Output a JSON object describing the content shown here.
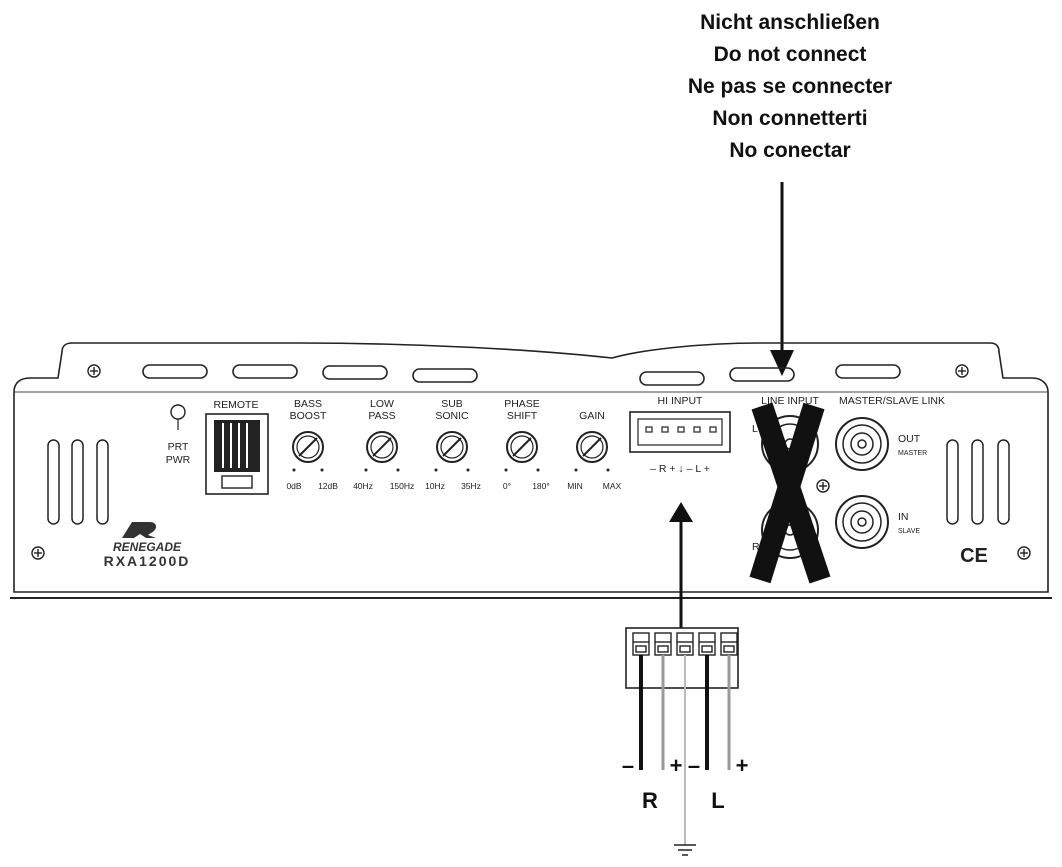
{
  "warning": {
    "lines": [
      "Nicht anschließen",
      "Do not connect",
      "Ne pas se connecter",
      "Non connetterti",
      "No conectar"
    ]
  },
  "amp": {
    "brand": "RENEGADE",
    "model": "RXA1200D",
    "indicator": {
      "line1": "PRT",
      "line2": "PWR"
    },
    "remote": "REMOTE",
    "controls": [
      {
        "name1": "BASS",
        "name2": "BOOST",
        "min": "0dB",
        "max": "12dB"
      },
      {
        "name1": "LOW",
        "name2": "PASS",
        "min": "40Hz",
        "max": "150Hz"
      },
      {
        "name1": "SUB",
        "name2": "SONIC",
        "min": "10Hz",
        "max": "35Hz"
      },
      {
        "name1": "PHASE",
        "name2": "SHIFT",
        "min": "0°",
        "max": "180°"
      },
      {
        "name1": "GAIN",
        "name2": "",
        "min": "MIN",
        "max": "MAX"
      }
    ],
    "hi_input": {
      "title": "HI INPUT",
      "pins": "– R + ↓ – L +"
    },
    "line_input": {
      "title": "LINE INPUT",
      "left": "L",
      "right": "R"
    },
    "master_slave": {
      "title": "MASTER/SLAVE LINK",
      "out": "OUT",
      "out_sub": "MASTER",
      "in": "IN",
      "in_sub": "SLAVE"
    },
    "ce": "CE"
  },
  "connector": {
    "r_label": "R",
    "l_label": "L",
    "minus": "–",
    "plus": "+"
  }
}
